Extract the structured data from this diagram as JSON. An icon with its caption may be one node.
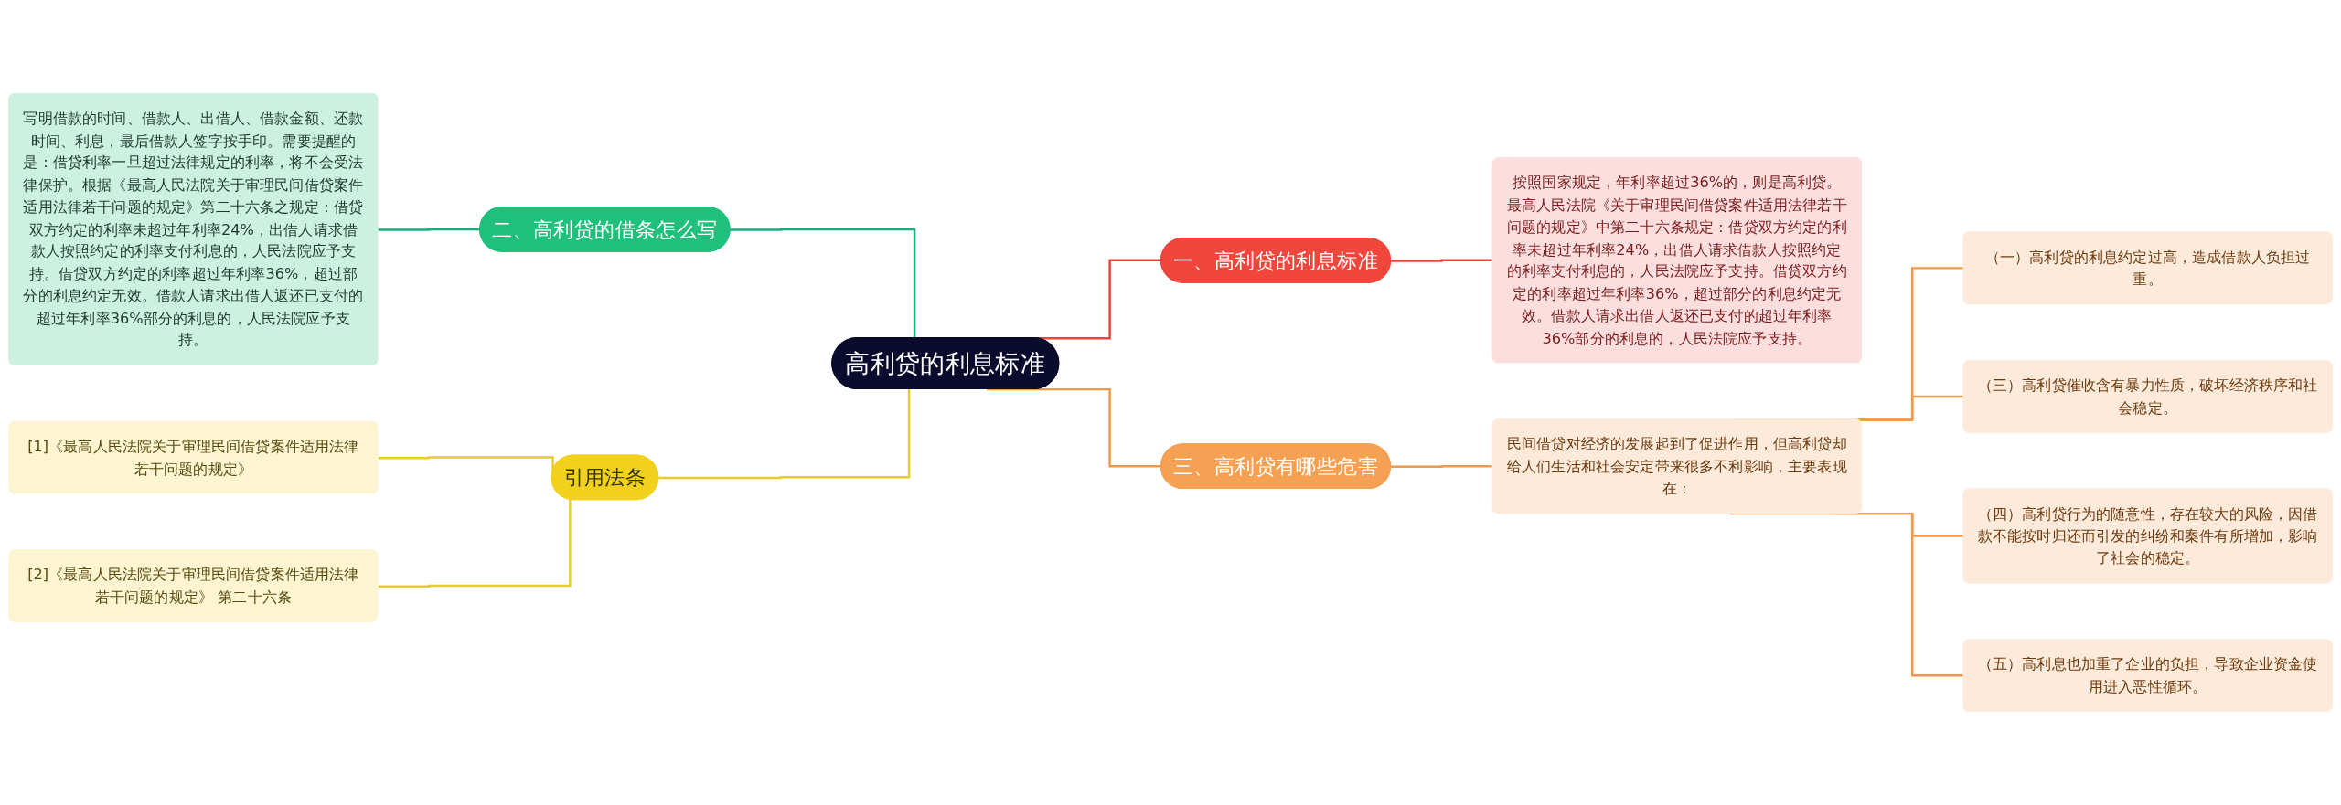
{
  "diagram": {
    "nodes": [
      {
        "text": [
          "高利贷的利息标准"
        ]
      },
      {
        "text": [
          "一、高利贷的利息标准"
        ]
      },
      {
        "text": [
          "按照国家规定，年利率超过36%的，则是高利贷。最高人民法院《关于审理民间借贷案件适用法律若干问题的规定》中第二十六条规定：借贷双方约定的利率未超过年利率24%，出借人请求借款人按照约定的利率支付利息的，人民法院应予支持。借贷双方约定的利率超过年利率36%，超过部分的利息约定无效。借款人请求出借人返还已支付的超过年利率36%部分的利息的，人民法院应予支持。"
        ]
      },
      {
        "text": [
          "三、高利贷有哪些危害"
        ]
      },
      {
        "text": [
          "民间借贷对经济的发展起到了促进作用，但高利贷却给人们生活和社会安定带来很多不利影响，主要表现在："
        ]
      },
      {
        "text": [
          "（一）高利贷的利息约定过高，造成借款人负担过重。"
        ]
      },
      {
        "text": [
          "（三）高利贷催收含有暴力性质，破坏经济秩序和社会稳定。"
        ]
      },
      {
        "text": [
          "（四）高利贷行为的随意性，存在较大的风险，因借款不能按时归还而引发的纠纷和案件有所增加，影响了社会的稳定。"
        ]
      },
      {
        "text": [
          "（五）高利息也加重了企业的负担，导致企业资金使用进入恶性循环。"
        ]
      },
      {
        "text": [
          "二、高利贷的借条怎么写"
        ]
      },
      {
        "text": [
          "写明借款的时间、借款人、出借人、借款金额、还款时间、利息，最后借款人签字按手印。需要提醒的是：借贷利率一旦超过法律规定的利率，将不会受法律保护。根据《最高人民法院关于审理民间借贷案件适用法律若干问题的规定》第二十六条之规定：借贷双方约定的利率未超过年利率24%，出借人请求借款人按照约定的利率支付利息的，人民法院应予支持。借贷双方约定的利率超过年利率36%，超过部分的利息约定无效。借款人请求出借人返还已支付的超过年利率36%部分的利息的，人民法院应予支持。"
        ]
      },
      {
        "text": [
          "引用法条"
        ]
      },
      {
        "text": [
          "[1]《最高人民法院关于审理民间借贷案件适用法律若干问题的规定》"
        ]
      },
      {
        "text": [
          "[2]《最高人民法院关于审理民间借贷案件适用法律若干问题的规定》 第二十六条"
        ]
      }
    ],
    "edges": [
      {
        "from": 0,
        "to": 1,
        "arrow": "none",
        "color": "#e8463c"
      },
      {
        "from": 1,
        "to": 2,
        "arrow": "none",
        "color": "#e8463c"
      },
      {
        "from": 0,
        "to": 3,
        "arrow": "none"
      },
      {
        "from": 3,
        "to": 4,
        "arrow": "none"
      },
      {
        "from": 4,
        "to": 5,
        "arrow": "none"
      },
      {
        "from": 4,
        "to": 6,
        "arrow": "none"
      },
      {
        "from": 4,
        "to": 7,
        "arrow": "none"
      },
      {
        "from": 4,
        "to": 8,
        "arrow": "none"
      },
      {
        "from": 9,
        "to": 0,
        "arrow": "none",
        "color": "#1aae78"
      },
      {
        "from": 10,
        "to": 9,
        "arrow": "none",
        "color": "#1aae78"
      },
      {
        "from": 11,
        "to": 0,
        "arrow": "none",
        "color": "#e8cc2a"
      },
      {
        "from": 12,
        "to": 11,
        "arrow": "none",
        "color": "#e8cc2a"
      },
      {
        "from": 13,
        "to": 11,
        "arrow": "none",
        "color": "#e8cc2a"
      }
    ]
  }
}
